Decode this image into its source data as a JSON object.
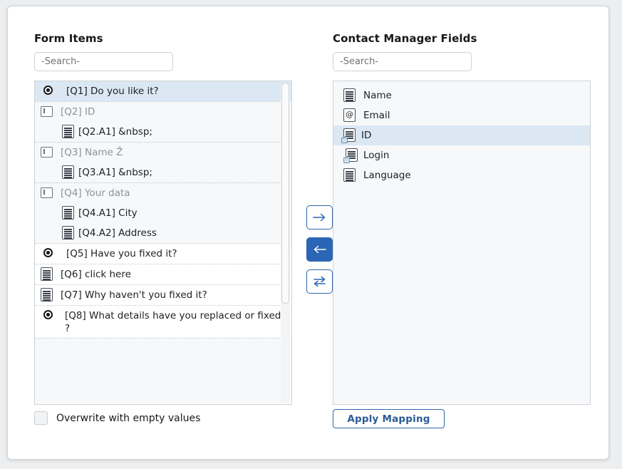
{
  "left_panel": {
    "title": "Form Items",
    "search_placeholder": "-Search-",
    "search_value": "",
    "items": [
      {
        "id": "q1",
        "label": "[Q1] Do you like it?",
        "icon": "radio-icon",
        "selected": true,
        "kind": "item"
      },
      {
        "id": "q2group",
        "kind": "group",
        "parent": {
          "label": "[Q2] ID",
          "icon": "group-icon"
        },
        "children": [
          {
            "label": "[Q2.A1] &nbsp;",
            "icon": "document-icon"
          }
        ]
      },
      {
        "id": "q3group",
        "kind": "group",
        "parent": {
          "label": "[Q3] Name Ž",
          "icon": "group-icon"
        },
        "children": [
          {
            "label": "[Q3.A1] &nbsp;",
            "icon": "document-icon"
          }
        ]
      },
      {
        "id": "q4group",
        "kind": "group",
        "parent": {
          "label": "[Q4] Your data",
          "icon": "group-icon"
        },
        "children": [
          {
            "label": "[Q4.A1] City",
            "icon": "document-icon"
          },
          {
            "label": "[Q4.A2] Address",
            "icon": "document-icon"
          }
        ]
      },
      {
        "id": "q5",
        "label": "[Q5] Have you fixed it?",
        "icon": "radio-icon",
        "selected": false,
        "kind": "item"
      },
      {
        "id": "q6",
        "label": "[Q6] click here",
        "icon": "document-icon",
        "selected": false,
        "kind": "item"
      },
      {
        "id": "q7",
        "label": "[Q7] Why haven't you fixed it?",
        "icon": "document-icon",
        "selected": false,
        "kind": "item"
      },
      {
        "id": "q8",
        "label": "[Q8] What details have you replaced or fixed ?",
        "icon": "radio-icon",
        "selected": false,
        "kind": "item"
      }
    ]
  },
  "right_panel": {
    "title": "Contact Manager Fields",
    "search_placeholder": "-Search-",
    "search_value": "",
    "items": [
      {
        "id": "name",
        "label": "Name",
        "icon": "document-icon",
        "selected": false
      },
      {
        "id": "email",
        "label": "Email",
        "icon": "at-sign-icon",
        "selected": false
      },
      {
        "id": "id",
        "label": "ID",
        "icon": "locked-document-icon",
        "selected": true
      },
      {
        "id": "login",
        "label": "Login",
        "icon": "locked-document-icon",
        "selected": false
      },
      {
        "id": "language",
        "label": "Language",
        "icon": "document-icon",
        "selected": false
      }
    ]
  },
  "transfer_buttons": [
    {
      "id": "to-right",
      "icon": "arrow-right-icon",
      "active": false
    },
    {
      "id": "to-left",
      "icon": "arrow-left-icon",
      "active": true
    },
    {
      "id": "swap",
      "icon": "swap-arrows-icon",
      "active": false
    }
  ],
  "footer": {
    "overwrite_label": "Overwrite with empty values",
    "overwrite_checked": false,
    "apply_label": "Apply Mapping"
  },
  "colors": {
    "accent": "#2a66b5",
    "selected_row": "#dbe8f4",
    "panel_bg": "#f6f8fa",
    "border": "#cfd3d7"
  }
}
